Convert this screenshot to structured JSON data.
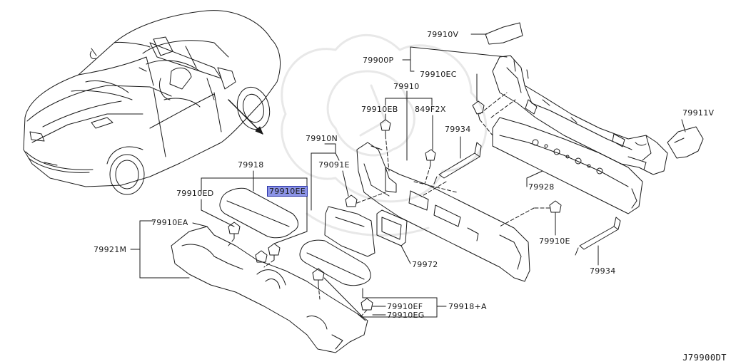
{
  "diagram_id": "J79900DT",
  "labels": [
    {
      "id": "l1",
      "text": "79910V"
    },
    {
      "id": "l2",
      "text": "79900P"
    },
    {
      "id": "l3",
      "text": "79910EC"
    },
    {
      "id": "l4",
      "text": "79910"
    },
    {
      "id": "l5",
      "text": "79910EB"
    },
    {
      "id": "l6",
      "text": "849F2X"
    },
    {
      "id": "l7",
      "text": "79911V"
    },
    {
      "id": "l8",
      "text": "79934"
    },
    {
      "id": "l9",
      "text": "79910N"
    },
    {
      "id": "l10",
      "text": "79091E"
    },
    {
      "id": "l11",
      "text": "79918"
    },
    {
      "id": "l12",
      "text": "79910ED"
    },
    {
      "id": "l13",
      "text": "79910EE",
      "highlighted": true
    },
    {
      "id": "l14",
      "text": "79928"
    },
    {
      "id": "l15",
      "text": "79910EA"
    },
    {
      "id": "l16",
      "text": "79921M"
    },
    {
      "id": "l17",
      "text": "79910E"
    },
    {
      "id": "l18",
      "text": "79972"
    },
    {
      "id": "l19",
      "text": "79934"
    },
    {
      "id": "l20",
      "text": "79910EF"
    },
    {
      "id": "l21",
      "text": "79918+A"
    },
    {
      "id": "l22",
      "text": "79910EG"
    }
  ],
  "colors": {
    "ink": "#1a1a1a",
    "highlight": "#8b93e6",
    "highlight_border": "#2d36a8",
    "watermark": "#e6e6e6"
  }
}
